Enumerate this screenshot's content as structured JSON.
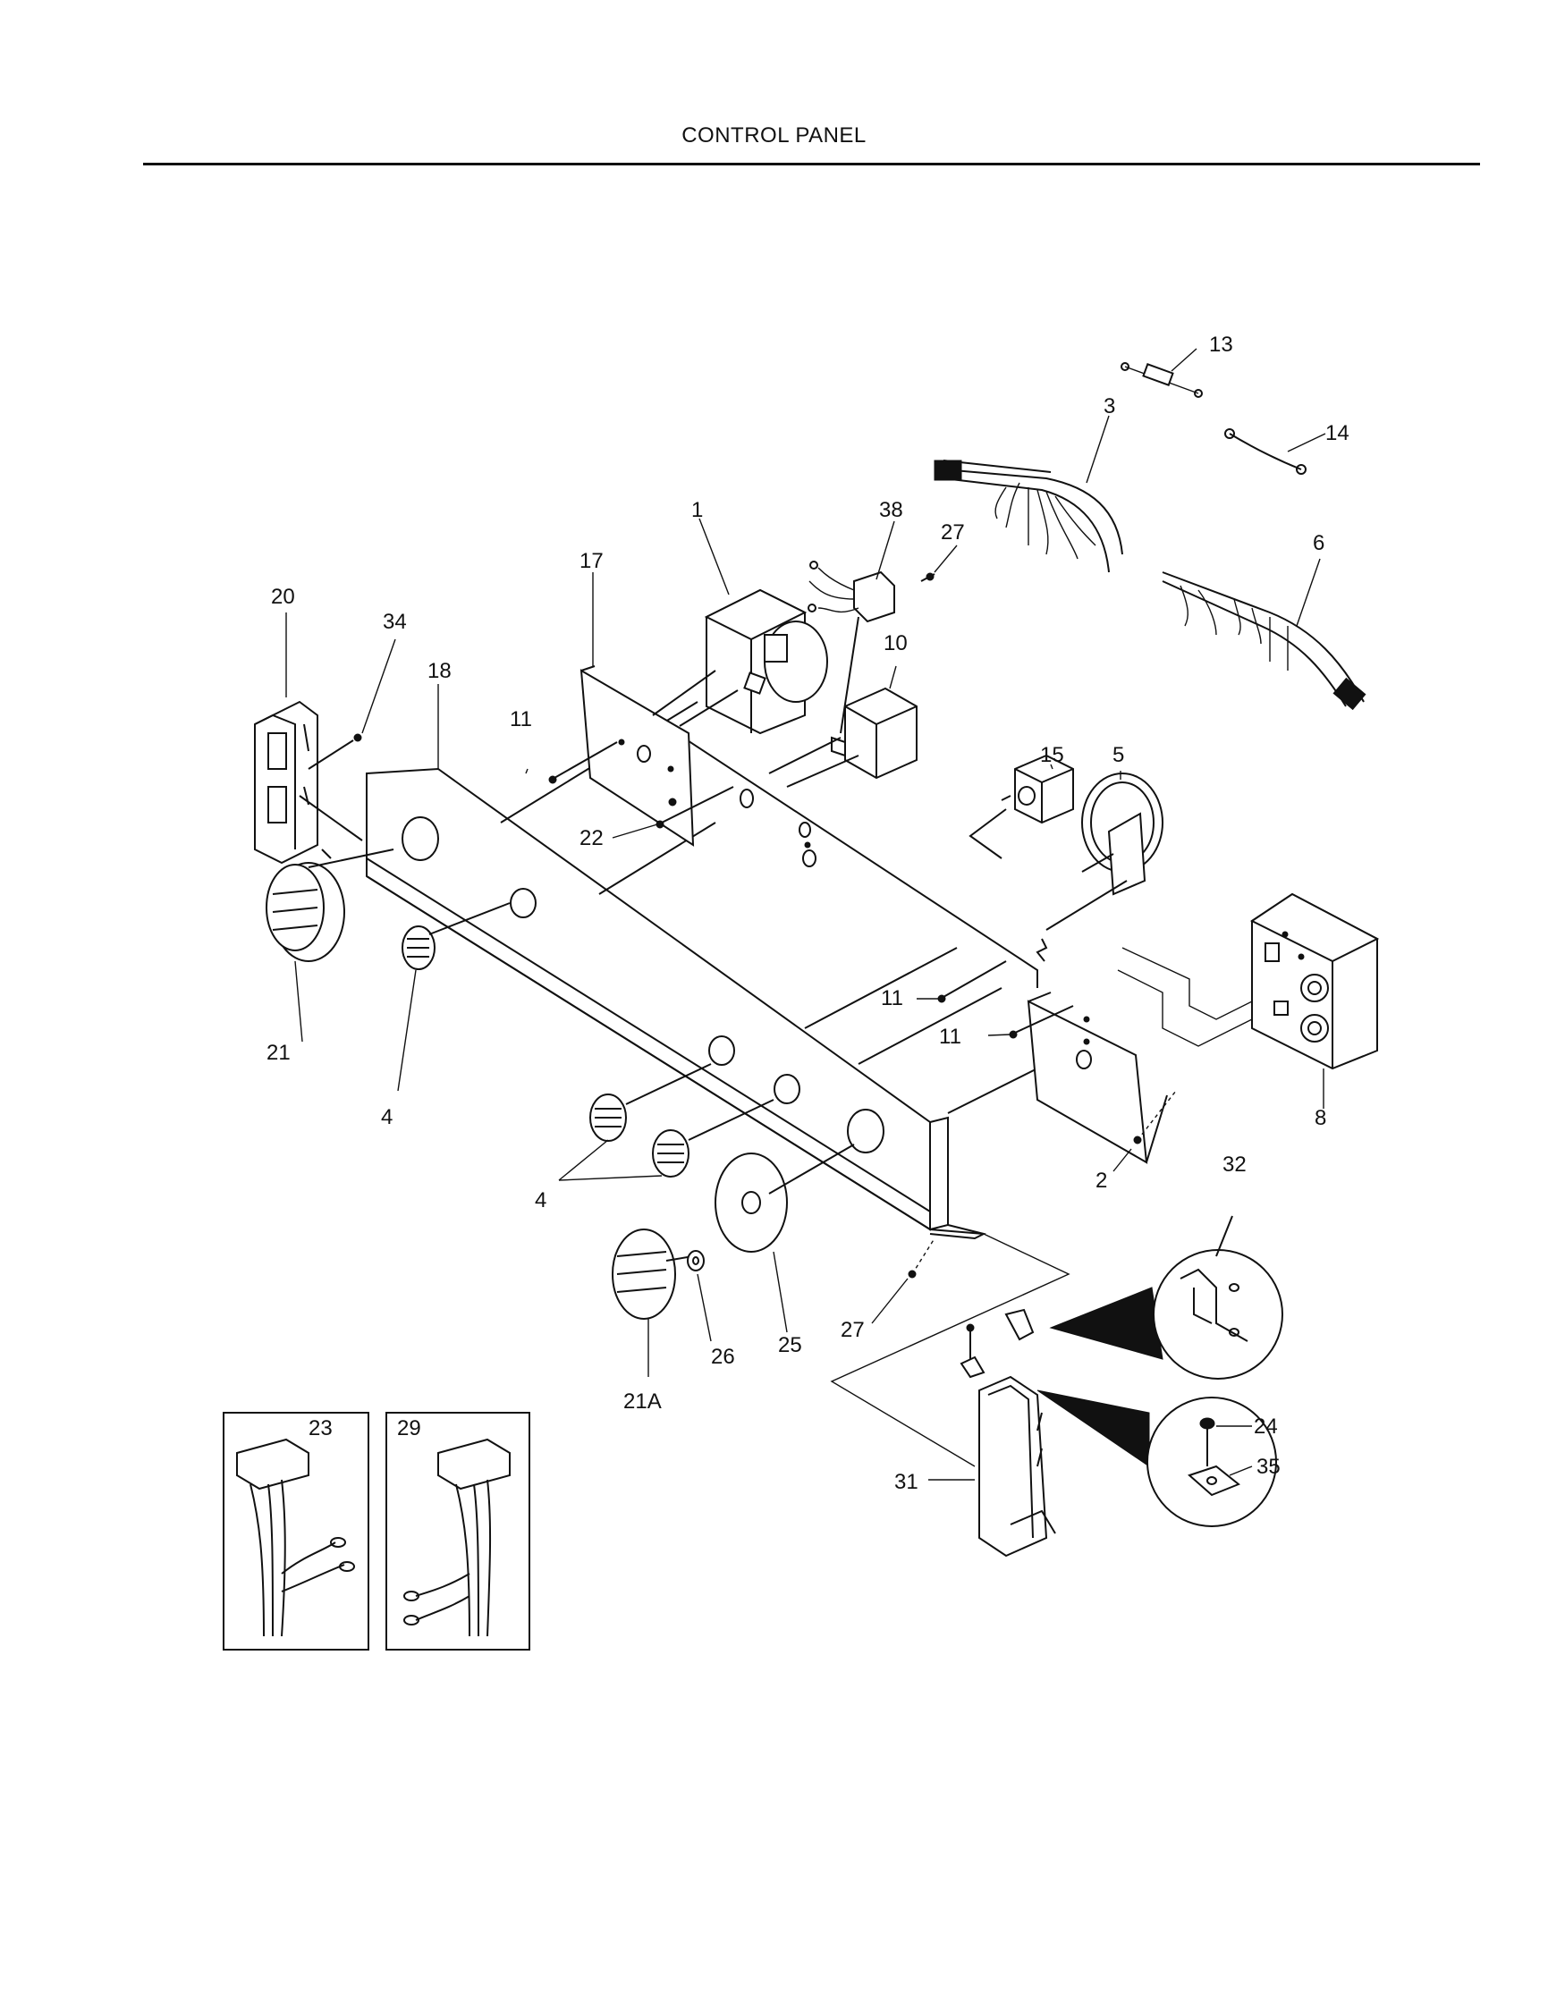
{
  "header": {
    "title": "CONTROL PANEL"
  },
  "callouts": {
    "c1": "1",
    "c2": "2",
    "c3": "3",
    "c4a": "4",
    "c4b": "4",
    "c5": "5",
    "c6": "6",
    "c8": "8",
    "c10": "10",
    "c11a": "11",
    "c11b": "11",
    "c11c": "11",
    "c13": "13",
    "c14": "14",
    "c15": "15",
    "c17": "17",
    "c18": "18",
    "c20": "20",
    "c21": "21",
    "c21a": "21A",
    "c22": "22",
    "c23": "23",
    "c24": "24",
    "c25": "25",
    "c26": "26",
    "c27a": "27",
    "c27b": "27",
    "c29": "29",
    "c31": "31",
    "c32": "32",
    "c34": "34",
    "c35": "35",
    "c38": "38"
  }
}
